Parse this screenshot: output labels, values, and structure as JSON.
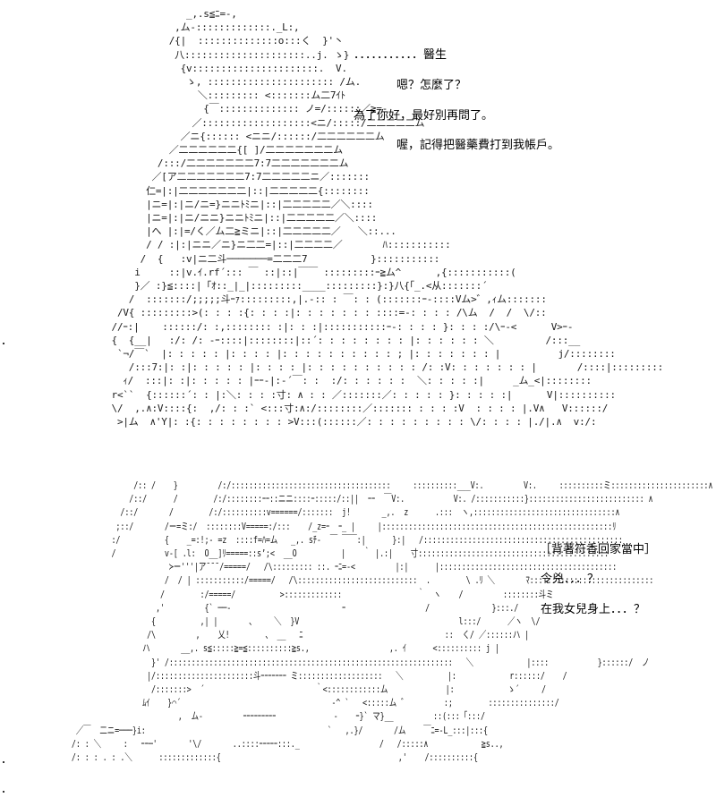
{
  "dialogue_top": [
    "．．．．．．．．．．．醫生",
    "嗯？怎麼了？",
    "為了你好，最好別再問了。",
    "喔，記得把醫藥費打到我帳戶。"
  ],
  "dialogue_bottom": [
    "［背著符香回家當中］",
    "令兇．．．？",
    "在我女兒身上．．．？"
  ],
  "art_top": "                   _,.s≦ﾆ=‐,\n                 ,ム-:::::::::::::._L:,\n                /{|  ::::::::::::::o:::く  }'丶\n                 八:::::::::::::::::::::..j. ゝ}\n                  {v::::::::::::::::::::::.  V.\n                   ゝ, :::::::::::::::::::::: /ム.\n                     ＼::::::::: <:::::::ム二7ｲﾄ\n                      {￣:::::::::::::: ノ=/::::::／≧=-\n                    ／:::::::::::::::::::<ニ/:::::/二二二二二ム\n                  ／ニ{:::::: <ニニ/::::::/二二二二二二ム\n                ／二二二二二二{[ ]/二二二二二二二ム\n              /:::/二二二二二二二7:7二二二二二二二ム\n             ／[ア二二二二二二二7:7二二二二二ニ／:::::::\n            仁=|:|二二二二二二二|::|二二二二二{::::::::\n            |ニ=|:|ニ/ニ=}ニニﾄﾐニ|::|二二二二二／＼::::\n            |ニ=|:|ニ/ニニ}ニニﾄﾐニ|::|二二二二二／＼::::\n            |へ |:|=/く／ム二≧ミニ|::|二二二二二／   ＼::...\n            / / :|:|ニニ／ニ}ニ二二=|::|二二二二／       ﾊ:::::::::::\n           /  {   :v|ニ二斗───────=二二二7           }:::::::::::\n          i     ::|v.ｲ.rf´::: ￣ ::|::|￣￣ :::::::::ｰ≧ム^      ,{:::::::::::(\n          }／ :}≦::::|「ｵ::_|_|:::::::::____:::::::::}:}八{「_.<从:::::::´\n         /  :::::::/;;;;;斗ｰｧ:::::::::,|.-:: : ￣: : (:::::::ｰ-::::Vム>゛,ｨム:::::::\n       /V{ :::::::::>(: : : :{: : : :|: : : : : : : ::::=-: : : : /\\ム  /  /  \\/::\n      //ｰ:|    ::::::/: :,:::::::: :|: : :|:::::::::::ｰ-: : : : }: : : :/\\ｰ-<      V>ｰ-\n      {  {__|   :/: /: -ｰ::::|::::::::|::´: : : : : : : : |: : : : : : ＼         /:::__\n       `¬/￣`  |: : : : : |: : : : |: : : : : : : : : : ; |: : : : : : : |          j/::::::::\n         /:::7:|: :|: : : : : |: : : : |: : : : : : : : : : /: :V: : : : : : : |       /::::|:::::::::\n        ｨ/  :::|: :|: : : : : |ｰｰ-|:-´￣: :  :/: : : : : :  ＼: : : : :|     _ム_<|::::::::\n      r<``  {::::::´: : |:＼: : : :寸: ∧ : : ／:::::::／: : : : : }: : : : :|      V|::::::::::\n      \\/  ,.∧:V::::{:  ,/: : :` <:::寸:∧:/::::::::／::::::: : : : :V  : : : : |.V∧   V::::::/\n       >|ム  ∧'Y|: :{: : : : : : : : >V:::(::::::／: : : : : : : : : \\/: : : : |./|.∧  v:/:",
  "art_bottom": "                /:: /    }         /:/::::::::::::::::::::::::::::::::::::     ::::::::::___V:.         V:.     ::::::::::ミ::::::::::::::::::::::∧\n               /::/      /        /:/::::::::ｰｰ::ニニ::::ｰ:::::/::||  ｰｰ  ￣V:.           V:. /:::::::::::}:::::::::::::::::::::::::: ∧\n             /::/       /        /:/::::::::::v======/:::::::  j!       _,.  z      .:::  ヽ,::::::::::::::::::::::::::::::::∧\n            ;::/       /ー=ミ:/  ::::::::V=====:/:::    /_z=ｰ  ｰ_ |     |::::::::::::::::::::::::::::::::::::::::::::::::::::ﾘ\n           :/          {    _=:!;- =z  ::::f=ﾊ=ム   _,. sﾁ-  ￣ ￣￣:|      }:|   /:::::::::::::::::::::::::::::::::::::::::::::\n           /           v-[ .l:  O__]ﾘ=====::s’;<  __O          |    ｀ |.:|    寸:::::::::::::::::::::::::::::::::::::::::::\n                        ≻ー'''|ア¯¯¯/=====/   /\\::::::::: ::. ｰﾆ=-<         |:|      |::::::::::::::::::::::::::::::::::::::::\n                       /  / | :::::::::::/=====/   /\\:::::::::::::::::::::::::::  .        \\ .ﾘ ＼       ﾏ::::::::::::::::::::::::::::\n                      /        :/=====/          >:::::::::::::                 ｀  ヽ    /         ::::::::斗ミ\n                     ,'         {` ──‐                         ｰ                  /              }:::./\n                    {          ,| |       、    ＼  }V                                    l:::/      ／ヽ  \\/\n                   /\\         ,    乂!        、 __   ﾆ                                ::  く/ ／::::::ハ |\n                  ハ       __,. s≦:::::≧=≦::::::::::≧s.,                  ,. ｲ      <:::::::::: j |\n                    }' /::::::::::::::::::::::::::::::::::::::::::::::::::::::::::::::::   ＼            |::::           }::::::/  ノ\n                   |/::::::::::::::::::::::斗ｰｰｰｰｰｰｰ ミ:::::::::::::::::::   ＼          |:            r::::::/    /\n                    /:::::::>  ´                         ｀<::::::::::::ム             |:            ゝ´     /\n                  ﾑｲ    }⌒´                                  -^ `   <:::::ム ゛        :;        :::::::::::::::/\n                          ,  ム-         ｰｰｰｰｰｰｰｰｰ             -    ｰ}` マ}__         ::(:::「:::/\n   ／￣  二ニ=───}i:                                         `   ,.}/       /ム    ￣ﾆ=-L_:::|:::{\n  /: : ＼     :   ｰｰ─'       '\\/       ..::::ｰｰｰｰｰ:::._                  /   /:::::∧            ≧s..,\n  /: : : . : .＼      :::::::::::::{                                        ,'    /::::::::::{"
}
